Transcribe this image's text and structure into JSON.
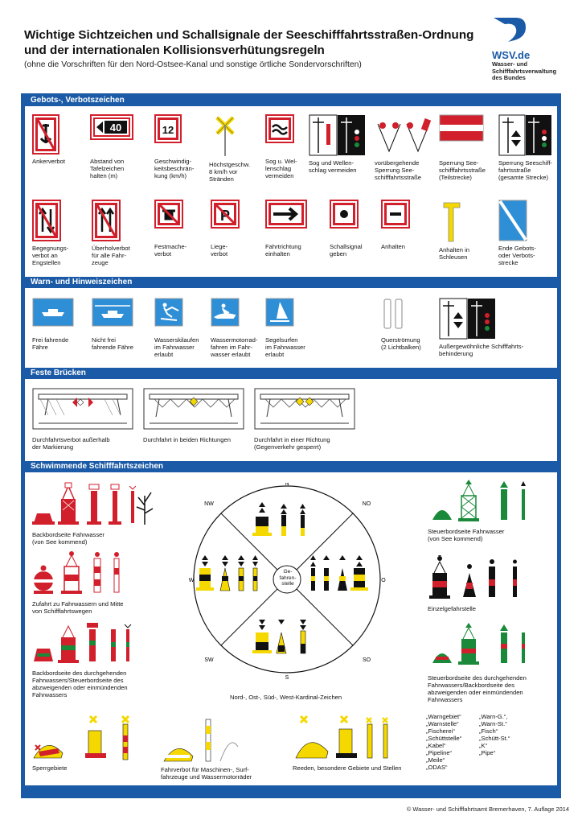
{
  "header": {
    "title_line1": "Wichtige Sichtzeichen und Schallsignale der Seeschifffahrtsstraßen-Ordnung",
    "title_line2": "und der internationalen Kollisionsverhütungsregeln",
    "subtitle": "(ohne die Vorschriften für den Nord-Ostsee-Kanal und sonstige örtliche Sondervorschriften)"
  },
  "logo": {
    "brand": "WSV.de",
    "line1": "Wasser- und",
    "line2": "Schifffahrtsverwaltung",
    "line3": "des Bundes"
  },
  "sections": {
    "gebote": "Gebots-, Verbotszeichen",
    "warn": "Warn- und Hinweiszeichen",
    "bruecken": "Feste Brücken",
    "schwimmend": "Schwimmende Schifffahrtszeichen"
  },
  "gebote_row1": [
    "Ankerverbot",
    "Abstand von\nTafelzeichen\nhalten (m)",
    "Geschwindig-\nkeitsbeschrän-\nkung (km/h)",
    "Höchstgeschw.\n8 km/h vor\nStränden",
    "Sog u. Wel-\nlenschlag\nvermeiden",
    "Sog und Wellen-\nschlag vermeiden",
    "vorübergehende\nSperrung See-\nschifffahrtsstraße",
    "Sperrung See-\nschifffahrtsstraße\n(Teilstrecke)",
    "Sperrung Seeschiff-\nfahrtsstraße\n(gesamte Strecke)"
  ],
  "sign_values": {
    "distance": "40",
    "speed": "12"
  },
  "gebote_row2": [
    "Begegnungs-\nverbot an\nEngstellen",
    "Überholverbot\nfür alle Fahr-\nzeuge",
    "Festmache-\nverbot",
    "Liege-\nverbot",
    "Fahrtrichtung\neinhalten",
    "Schallsignal\ngeben",
    "Anhalten",
    "Anhalten in\nSchleusen",
    "Ende Gebots-\noder Verbots-\nstrecke"
  ],
  "warn_row": [
    "Frei fahrende\nFähre",
    "Nicht frei\nfahrende Fähre",
    "Wasserskilaufen\nim Fahrwasser\nerlaubt",
    "Wassermotorrad-\nfahren im Fahr-\nwasser erlaubt",
    "Segelsurfen\nim Fahrwasser\nerlaubt",
    "Querströmung\n(2 Lichtbalken)",
    "Außergewöhnliche Schifffahrts-\nbehinderung"
  ],
  "bridges": [
    "Durchfahrtsverbot außerhalb\nder Markierung",
    "Durchfahrt in beiden Richtungen",
    "Durchfahrt in einer Richtung\n(Gegenverkehr gesperrt)"
  ],
  "floating": {
    "backbord": "Backbordseite Fahrwasser\n(von See kommend)",
    "zufahrt": "Zufahrt zu Fahrwassern und Mitte\nvon Schifffahrtswegen",
    "backbord_durch": "Backbordseite des durchgehenden\nFahrwassers/Steuerbordseite des\nabzweigenden oder einmündenden\nFahrwassers",
    "steuerbord": "Steuerbordseite Fahrwasser\n(von See kommend)",
    "einzel": "Einzelgefahrstelle",
    "steuerbord_durch": "Steuerbordseite des durchgehenden\nFahrwassers/Backbordseite des\nabzweigenden oder einmündenden\nFahrwassers",
    "kardinal": "Nord-, Ost-, Süd-, West-Kardinal-Zeichen",
    "gefahrenstelle": "Ge-\nfahren-\nstelle",
    "compass": {
      "n": "N",
      "no": "NO",
      "o": "O",
      "so": "SO",
      "s": "S",
      "sw": "SW",
      "w": "W",
      "nw": "NW"
    },
    "sperrgebiete": "Sperrgebiete",
    "maschinen": "Fahrverbot für Maschinen-, Surf-\nfahrzeuge und Wassermotorräder",
    "reeden": "Reeden, besondere Gebiete und Stellen",
    "list_left": "„Warngebiet“\n„Warnstelle“\n„Fischerei“\n„Schüttstelle“\n„Kabel“\n„Pipeline“\n„Meile“\n„ODAS“",
    "list_right": "„Warn-G.“,\n„Warn-St.“\n„Fisch“\n„Schütt-St.“\n„K“\n„Pipe“"
  },
  "footer": "© Wasser- und Schifffahrtsamt Bremerhaven, 7. Auflage 2014",
  "colors": {
    "blue": "#1b5aa6",
    "red": "#d11f2b",
    "green": "#1a8a3a",
    "yellow": "#f5d800"
  }
}
